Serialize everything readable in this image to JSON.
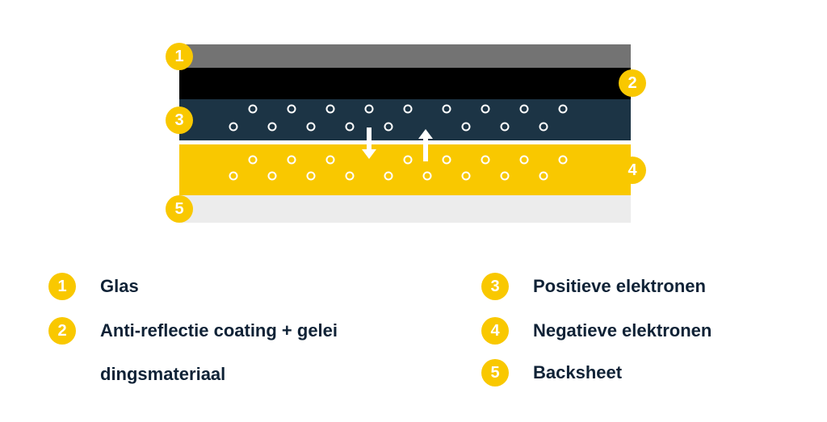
{
  "colors": {
    "glass": "#737373",
    "coating": "#000000",
    "positive": "#1c3445",
    "negative": "#f9c800",
    "backsheet": "#ececec",
    "badge": "#f9c800",
    "text": "#0f2236"
  },
  "diagram": {
    "badges": [
      "1",
      "2",
      "3",
      "4",
      "5"
    ],
    "positive_top_row_present": [
      1,
      1,
      1,
      1,
      1,
      1,
      1,
      1,
      1
    ],
    "positive_bottom_row_present": [
      1,
      1,
      1,
      1,
      1,
      0,
      1,
      1,
      1
    ],
    "negative_top_row_present": [
      1,
      1,
      1,
      0,
      1,
      1,
      1,
      1,
      1
    ],
    "negative_bottom_row_present": [
      1,
      1,
      1,
      1,
      1,
      1,
      1,
      1,
      1
    ],
    "arrows": [
      "arrow-down",
      "arrow-up"
    ]
  },
  "legend": [
    {
      "num": "1",
      "label": "Glas"
    },
    {
      "num": "2",
      "label": "Anti-reflectie coating + gelei dingsmateriaal"
    },
    {
      "num": "3",
      "label": "Positieve elektronen"
    },
    {
      "num": "4",
      "label": "Negatieve elektronen"
    },
    {
      "num": "5",
      "label": "Backsheet"
    }
  ]
}
